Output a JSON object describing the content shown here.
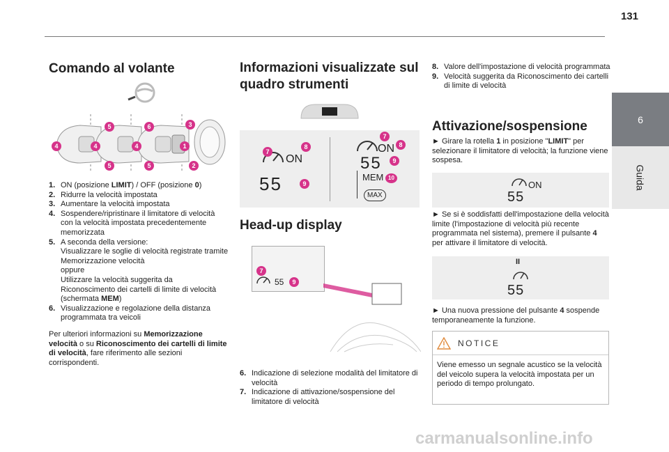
{
  "page_number": "131",
  "side_tab": {
    "number": "6",
    "label": "Guida"
  },
  "col1": {
    "heading": "Comando al volante",
    "items": [
      {
        "n": "1.",
        "t": "ON (posizione LIMIT) / OFF (posizione 0)"
      },
      {
        "n": "2.",
        "t": "Ridurre la velocità impostata"
      },
      {
        "n": "3.",
        "t": "Aumentare la velocità impostata"
      },
      {
        "n": "4.",
        "t": "Sospendere/ripristinare il limitatore di velocità con la velocità impostata precedentemente memorizzata"
      },
      {
        "n": "5.",
        "t": "A seconda della versione: Visualizzare le soglie di velocità registrate tramite Memorizzazione velocità oppure Utilizzare la velocità suggerita da Riconoscimento dei cartelli di limite di velocità (schermata MEM)"
      },
      {
        "n": "6.",
        "t": "Visualizzazione e regolazione della distanza programmata tra veicoli"
      }
    ],
    "paragraph": "Per ulteriori informazioni su Memorizzazione velocità o su Riconoscimento dei cartelli di limite di velocità, fare riferimento alle sezioni corrispondenti."
  },
  "col2": {
    "heading": "Informazioni visualizzate sul quadro strumenti",
    "heading2": "Head-up display",
    "items": [
      {
        "n": "6.",
        "t": "Indicazione di selezione modalità del limitatore di velocità"
      },
      {
        "n": "7.",
        "t": "Indicazione di attivazione/sospensione del limitatore di velocità"
      }
    ]
  },
  "col3": {
    "items": [
      {
        "n": "8.",
        "t": "Valore dell'impostazione di velocità programmata"
      },
      {
        "n": "9.",
        "t": "Velocità suggerita da Riconoscimento dei cartelli di limite di velocità"
      }
    ],
    "heading": "Attivazione/sospensione",
    "step1": "► Girare la rotella 1 in posizione \"LIMIT\" per selezionare il limitatore di velocità; la funzione viene sospesa.",
    "step2": "► Se si è soddisfatti dell'impostazione della velocità limite (l'impostazione di velocità più recente programmata nel sistema), premere il pulsante 4 per attivare il limitatore di velocità.",
    "step3": "► Una nuova pressione del pulsante 4 sospende temporaneamente la funzione.",
    "notice_title": "NOTICE",
    "notice_body": "Viene emesso un segnale acustico se la velocità del veicolo supera la velocità impostata per un periodo di tempo prolungato."
  },
  "display": {
    "on": "ON",
    "speed": "55",
    "mem": "MEM",
    "max": "MAX",
    "pause": "II"
  },
  "callouts": [
    "1",
    "2",
    "3",
    "4",
    "5",
    "6",
    "7",
    "8",
    "9",
    "10"
  ],
  "watermark": "carmanualsonline.info",
  "colors": {
    "callout": "#d6338a",
    "tab": "#7a7d82"
  }
}
